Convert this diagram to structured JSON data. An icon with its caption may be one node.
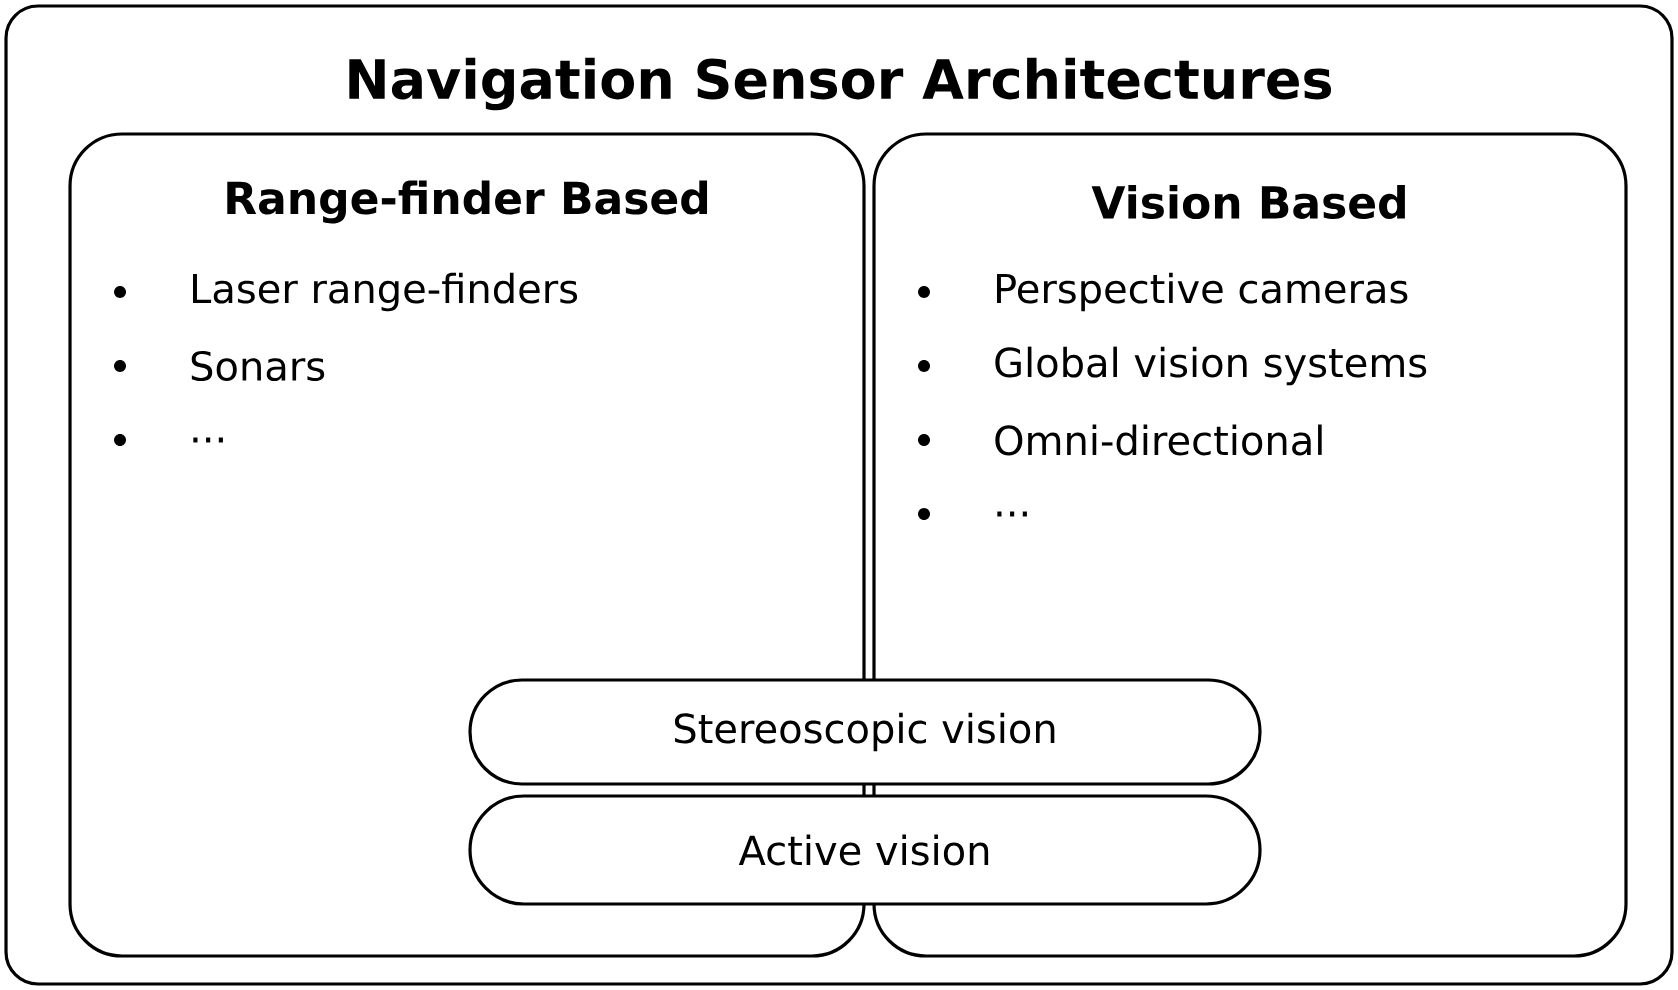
{
  "diagram": {
    "title": "Navigation Sensor Architectures",
    "nodes": [
      {
        "text": [],
        "shape": "box"
      },
      {
        "text": [
          "Range-finder Based",
          "Laser range-finders",
          "Sonars",
          "..."
        ],
        "in": 0
      },
      {
        "text": [
          "Vision Based",
          "Perspective cameras",
          "Global vision systems",
          "Omni-directional",
          "..."
        ],
        "in": 0
      },
      {
        "text": [
          "Stereoscopic vision"
        ],
        "in": 0
      },
      {
        "text": [
          "Active vision"
        ],
        "in": 0
      }
    ]
  }
}
